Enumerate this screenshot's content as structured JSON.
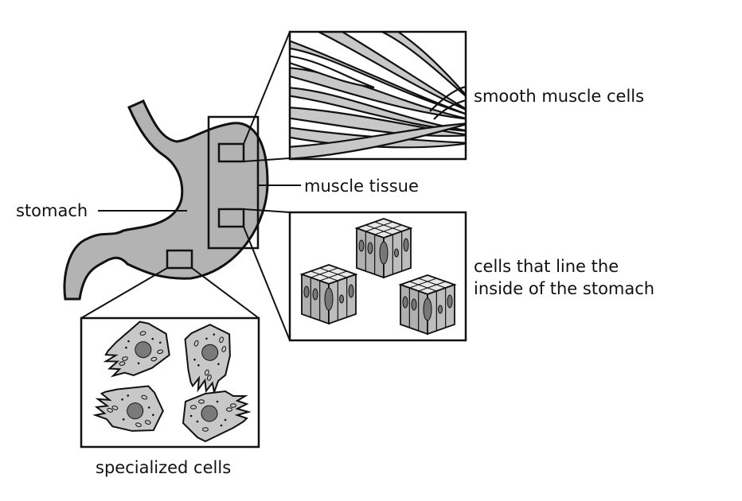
{
  "labels": {
    "stomach": "stomach",
    "muscle_tissue": "muscle tissue",
    "smooth_muscle_cells": "smooth muscle cells",
    "lining_cells_line1": "cells that line the",
    "lining_cells_line2": "inside of the stomach",
    "specialized_cells": "specialized cells"
  },
  "colors": {
    "organ_fill": "#b3b3b3",
    "cell_fill": "#c8c8c8",
    "nucleus_fill": "#7a7a7a",
    "ink": "#111111"
  }
}
